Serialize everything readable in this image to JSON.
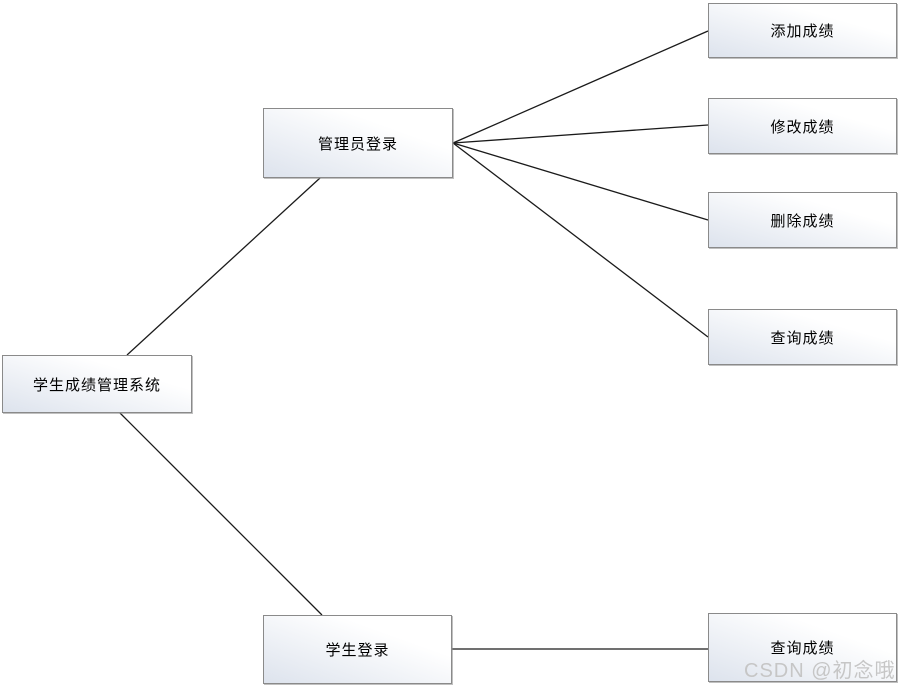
{
  "diagram": {
    "type": "tree-diagram",
    "nodes": {
      "root": {
        "label": "学生成绩管理系统"
      },
      "admin_login": {
        "label": "管理员登录"
      },
      "student_login": {
        "label": "学生登录"
      },
      "add_score": {
        "label": "添加成绩"
      },
      "modify_score": {
        "label": "修改成绩"
      },
      "delete_score": {
        "label": "删除成绩"
      },
      "query_score_admin": {
        "label": "查询成绩"
      },
      "query_score_student": {
        "label": "查询成绩"
      }
    },
    "edges": [
      {
        "from": "root",
        "to": "admin_login"
      },
      {
        "from": "root",
        "to": "student_login"
      },
      {
        "from": "admin_login",
        "to": "add_score"
      },
      {
        "from": "admin_login",
        "to": "modify_score"
      },
      {
        "from": "admin_login",
        "to": "delete_score"
      },
      {
        "from": "admin_login",
        "to": "query_score_admin"
      },
      {
        "from": "student_login",
        "to": "query_score_student"
      }
    ],
    "colors": {
      "box_fill_light": "#ffffff",
      "box_fill_dark": "#dde3ed",
      "box_border": "#8a8a8a",
      "connector": "#1a1a1a",
      "text": "#000000",
      "watermark": "#c6c6c6"
    }
  },
  "watermark": {
    "text": "CSDN @初念哦"
  }
}
